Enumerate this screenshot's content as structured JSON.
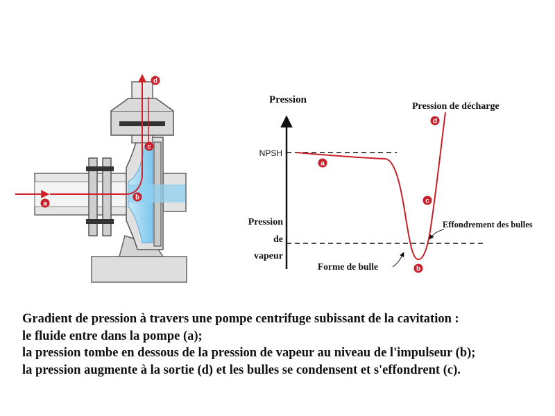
{
  "pump": {
    "markers": {
      "a": "a",
      "b": "b",
      "c": "c",
      "d": "d"
    }
  },
  "graph": {
    "y_axis_label": "Pression",
    "npsh_label": "NPSH",
    "vapor_label_lines": [
      "Pression",
      "de",
      "vapeur"
    ],
    "discharge_label": "Pression de décharge",
    "collapse_label": "Effondrement des bulles",
    "formation_label": "Forme de bulle",
    "markers": {
      "a": "a",
      "b": "b",
      "c": "c",
      "d": "d"
    }
  },
  "caption": {
    "lines": [
      "Gradient de pression à travers une pompe centrifuge subissant de la cavitation :",
      "le fluide entre dans la pompe (a);",
      "la pression tombe en dessous de la pression de vapeur au niveau de l'impulseur (b);",
      "la pression augmente à la sortie (d) et les bulles se condensent et s'effondrent (c)."
    ]
  },
  "colors": {
    "flow_arrow": "#d0202a",
    "marker_fill": "#c8202a",
    "fluid": "#8fd0f0",
    "fluid_light": "#c6e8f8",
    "pump_body": "#dcdcdc",
    "pump_outline": "#555555",
    "curve": "#c8202a"
  }
}
